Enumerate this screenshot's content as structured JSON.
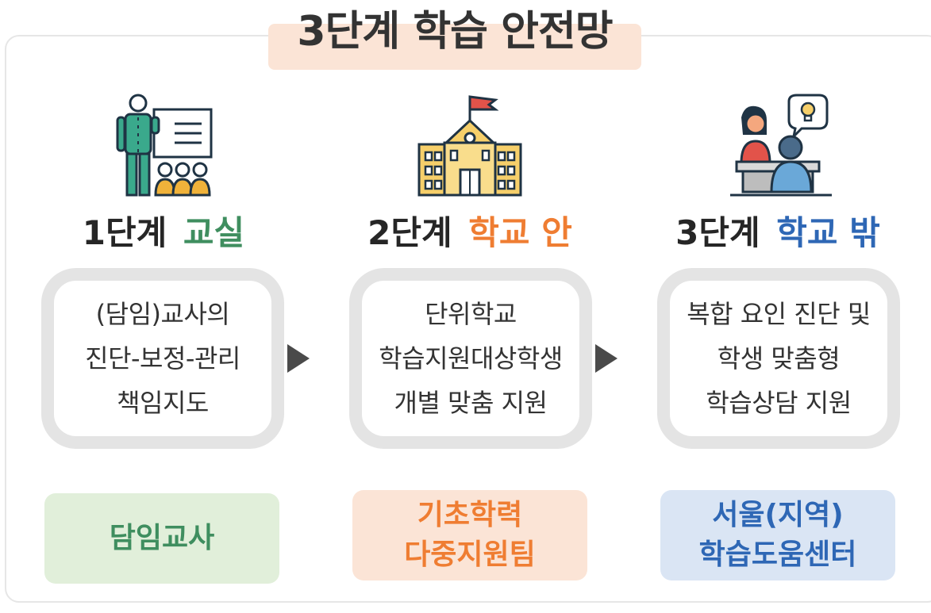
{
  "title": "3단계 학습 안전망",
  "colors": {
    "green": "#3f8e5f",
    "orange": "#ef7d32",
    "blue": "#2e67b5",
    "card_border": "#e4e4e4",
    "title_bg": "#fbe4d6"
  },
  "stages": [
    {
      "level": "1단계",
      "keyword": "교실",
      "icon": "teacher-classroom-icon",
      "description": [
        "(담임)교사의",
        "진단-보정-관리",
        "책임지도"
      ],
      "owner": [
        "담임교사"
      ]
    },
    {
      "level": "2단계",
      "keyword": "학교 안",
      "icon": "school-building-icon",
      "description": [
        "단위학교",
        "학습지원대상학생",
        "개별 맞춤 지원"
      ],
      "owner": [
        "기초학력",
        "다중지원팀"
      ]
    },
    {
      "level": "3단계",
      "keyword": "학교 밖",
      "icon": "counseling-session-icon",
      "description": [
        "복합 요인 진단 및",
        "학생 맞춤형",
        "학습상담 지원"
      ],
      "owner": [
        "서울(지역)",
        "학습도움센터"
      ]
    }
  ]
}
